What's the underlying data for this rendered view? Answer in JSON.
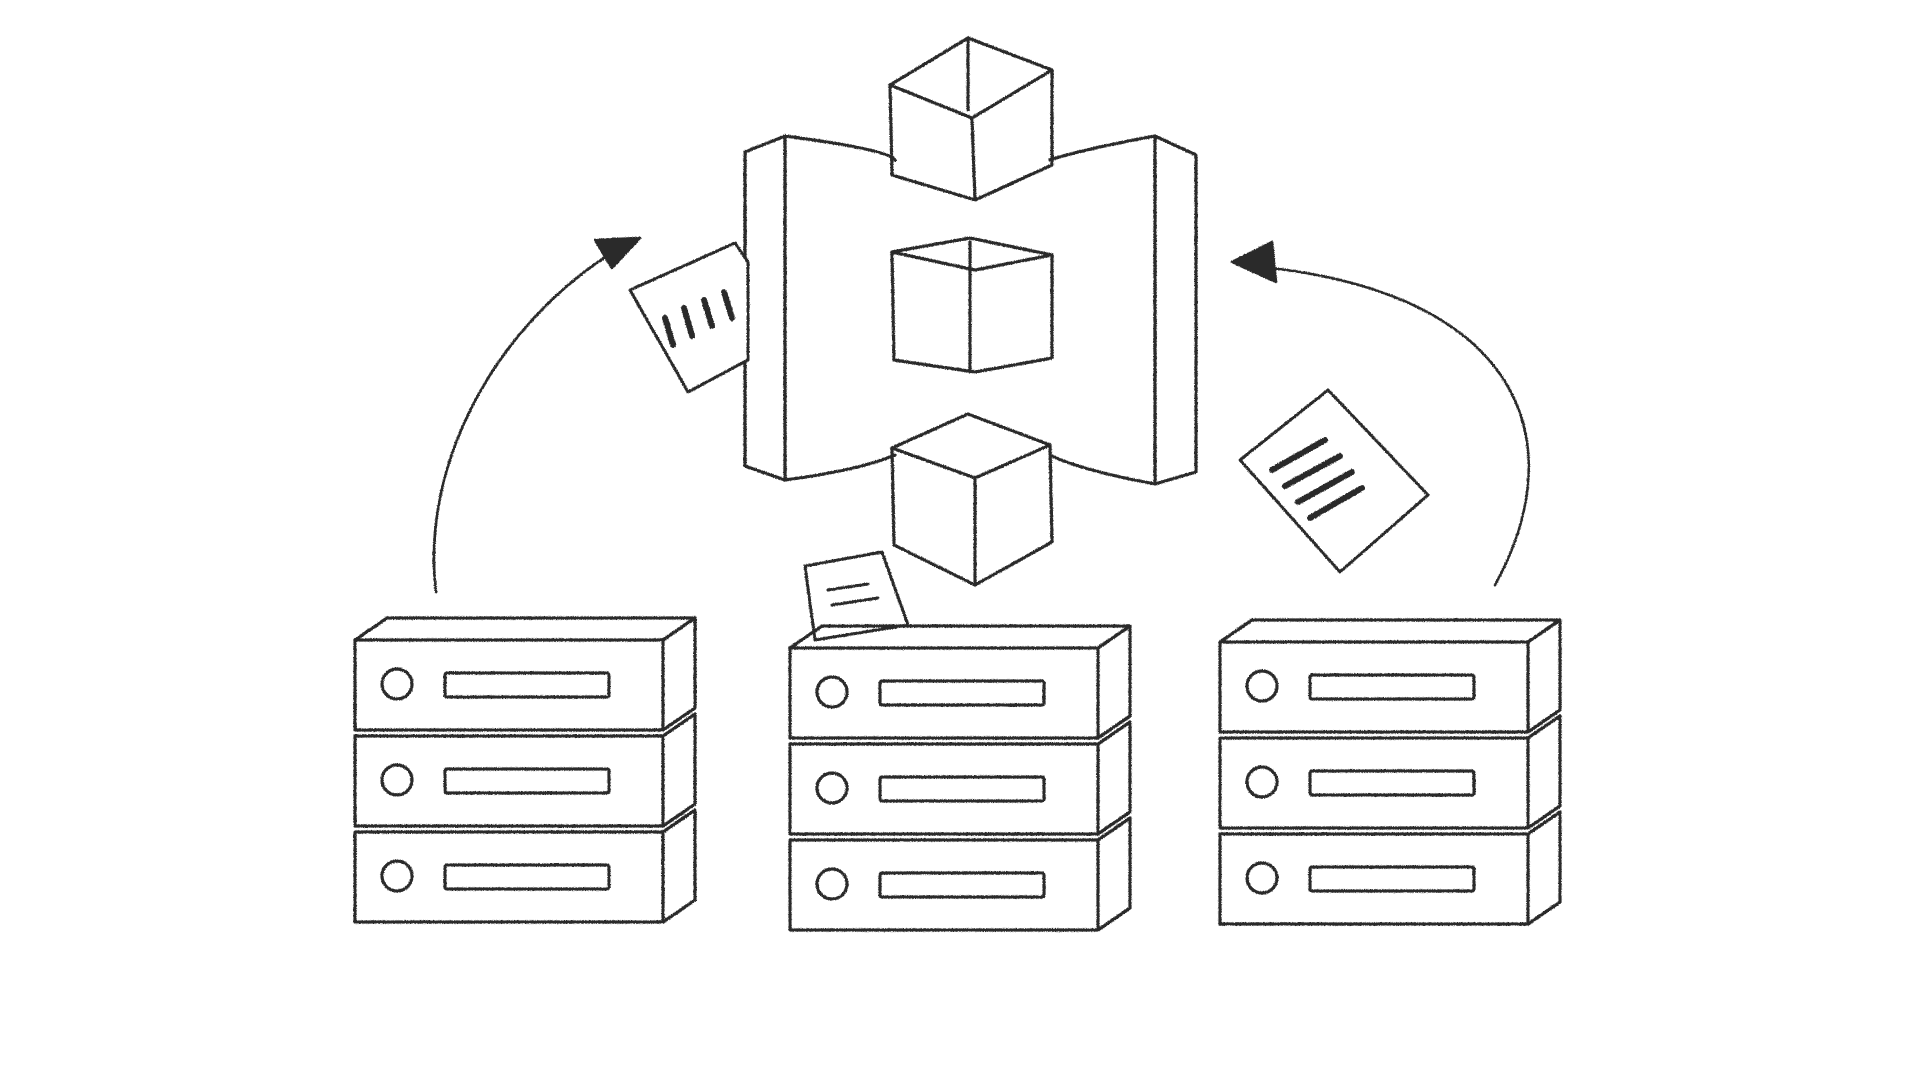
{
  "illustration": {
    "style": "hand-drawn pencil sketch",
    "colors": {
      "background": "#ffffff",
      "ink": "#2a2a2a"
    },
    "icons": [
      "central-hub-icon",
      "cube-icon",
      "server-stack-icon",
      "document-icon",
      "curved-arrow-icon"
    ],
    "server_stacks": 3,
    "units_per_stack": 3,
    "hub_cubes": 3,
    "documents": 3,
    "arrows": 2
  }
}
